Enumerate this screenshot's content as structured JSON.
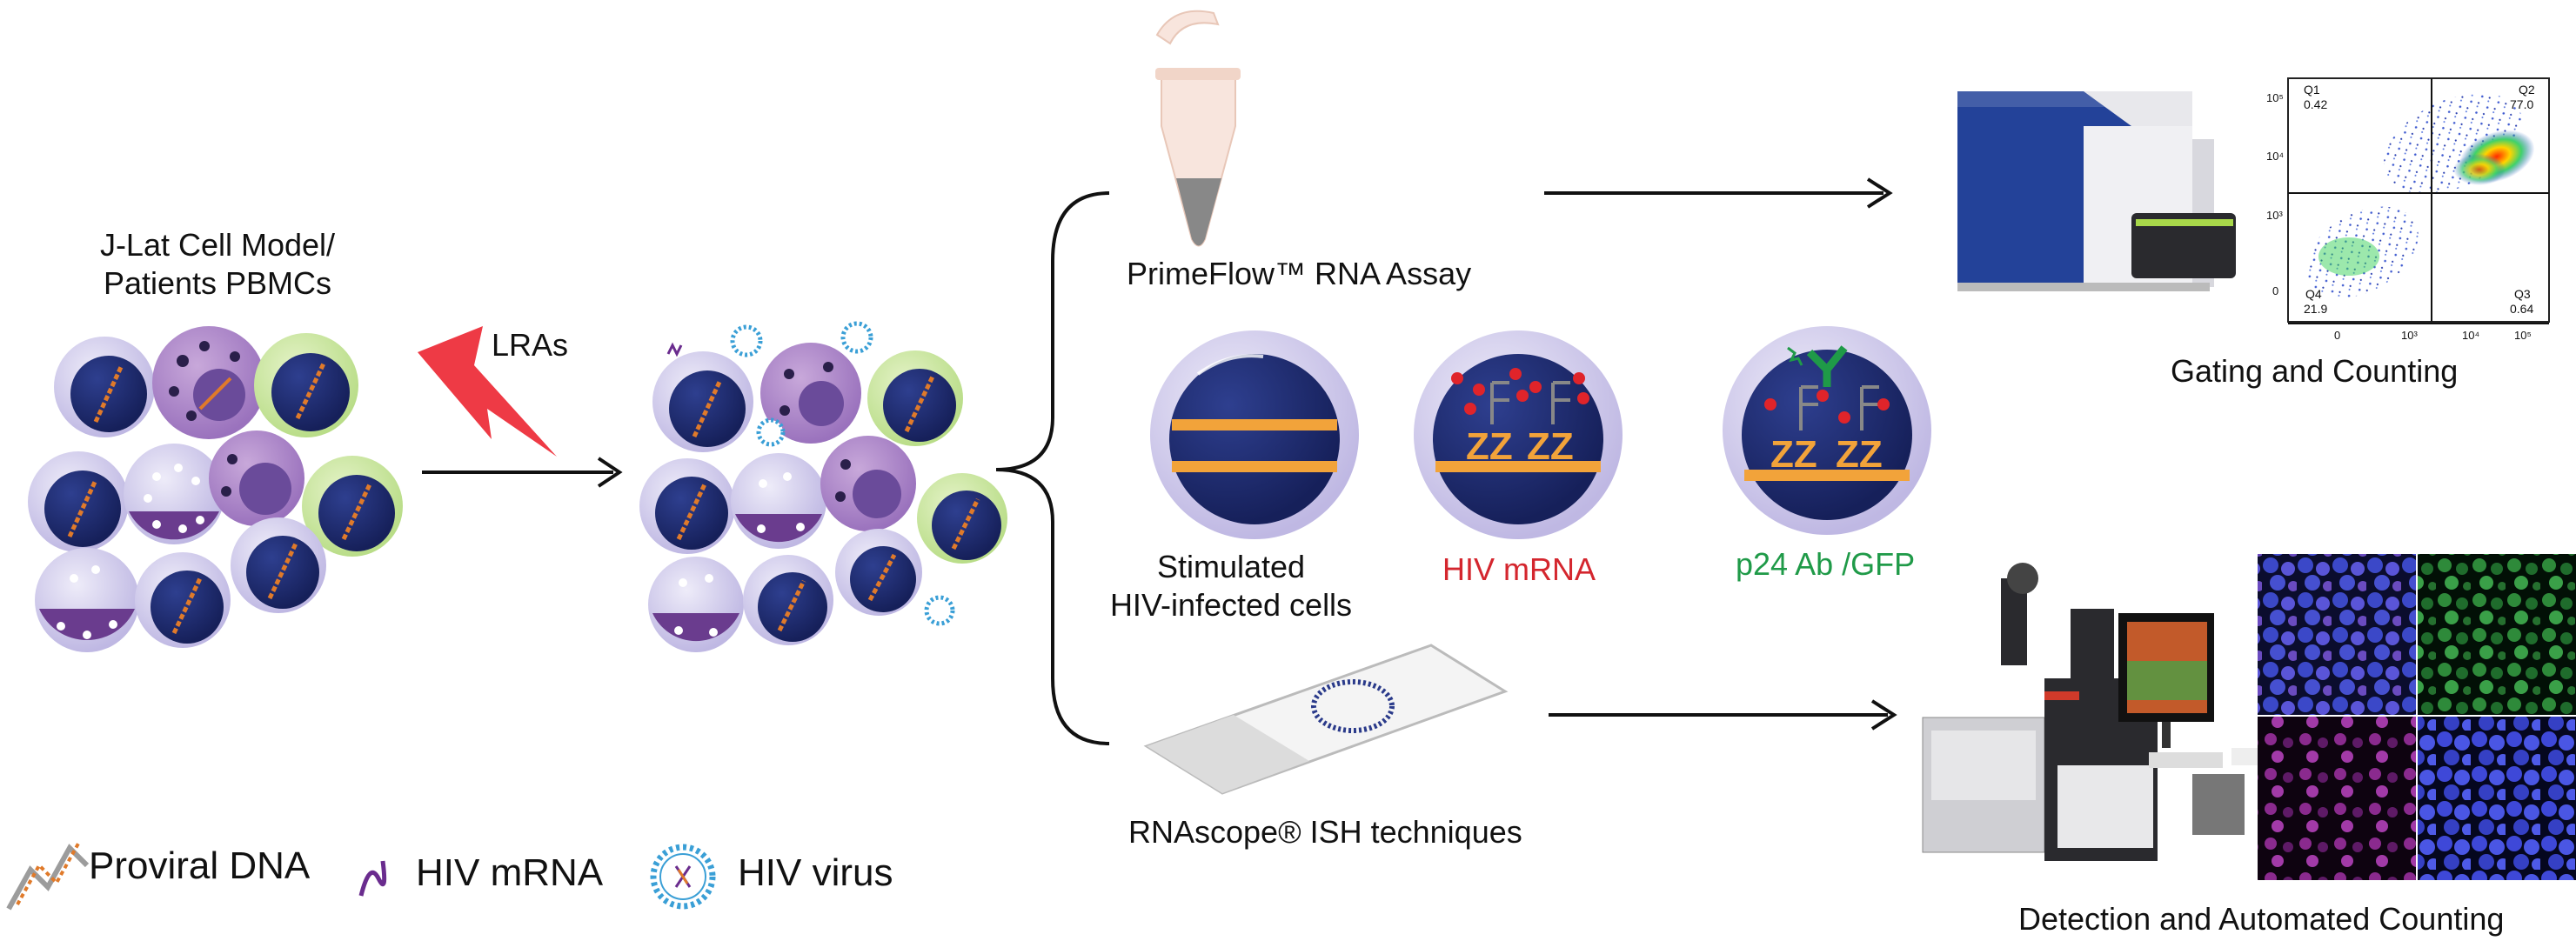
{
  "labels": {
    "cell_model": "J-Lat Cell Model/",
    "cell_model_2": "Patients PBMCs",
    "lras": "LRAs",
    "primeflow": "PrimeFlow™ RNA Assay",
    "stimulated": "Stimulated",
    "hiv_infected": "HIV-infected cells",
    "hiv_mrna": "HIV mRNA",
    "p24": "p24 Ab /GFP",
    "rnascope": "RNAscope® ISH techniques",
    "gating": "Gating and Counting",
    "detection": "Detection and Automated Counting"
  },
  "legend": {
    "proviral_dna": "Proviral DNA",
    "hiv_mrna": "HIV mRNA",
    "hiv_virus": "HIV virus"
  },
  "flow_plot": {
    "quadrants": [
      {
        "name": "Q1",
        "value": "0.42"
      },
      {
        "name": "Q2",
        "value": "77.0"
      },
      {
        "name": "Q3",
        "value": "0.64"
      },
      {
        "name": "Q4",
        "value": "21.9"
      }
    ],
    "y_ticks": [
      "10⁵",
      "10⁴",
      "10³",
      "0"
    ],
    "x_ticks": [
      "0",
      "10³",
      "10⁴",
      "10⁵"
    ]
  },
  "colors": {
    "hiv_mrna_text": "#d4262e",
    "p24_text": "#1f9a48",
    "nucleus": "#1c2a6b",
    "cell": "#cfc9ea",
    "probe": "#f2a33a"
  }
}
